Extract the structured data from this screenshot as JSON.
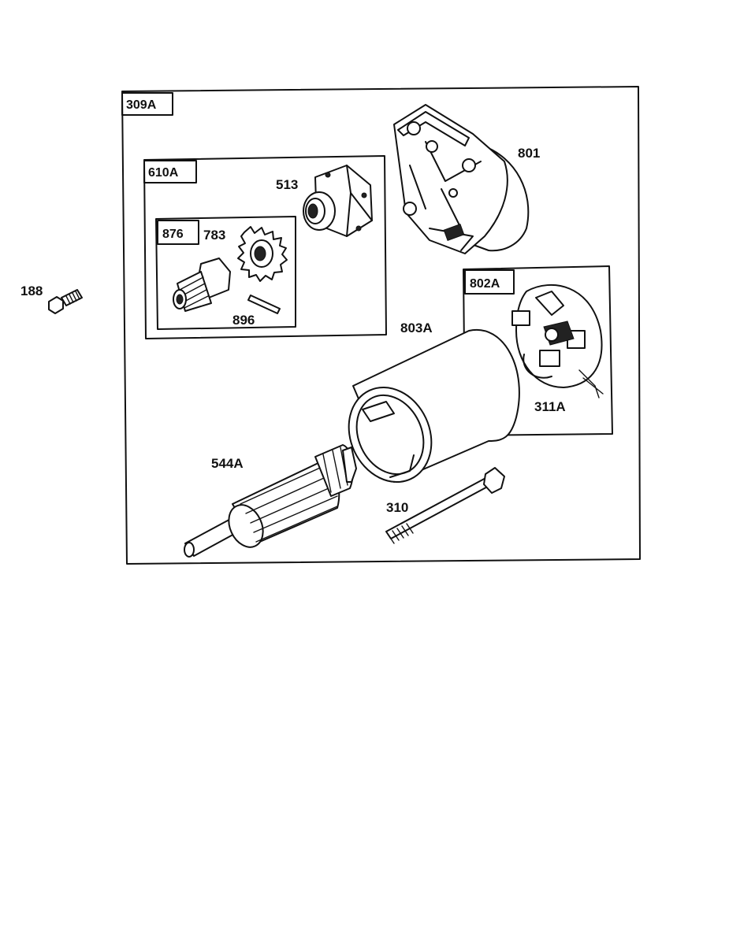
{
  "boxes": {
    "main": "309A",
    "drive": "610A",
    "clutch": "876",
    "brush_plate": "802A"
  },
  "parts": {
    "p188": "188",
    "p513": "513",
    "p801": "801",
    "p783": "783",
    "p896": "896",
    "p803A": "803A",
    "p311A": "311A",
    "p544A": "544A",
    "p310": "310"
  }
}
